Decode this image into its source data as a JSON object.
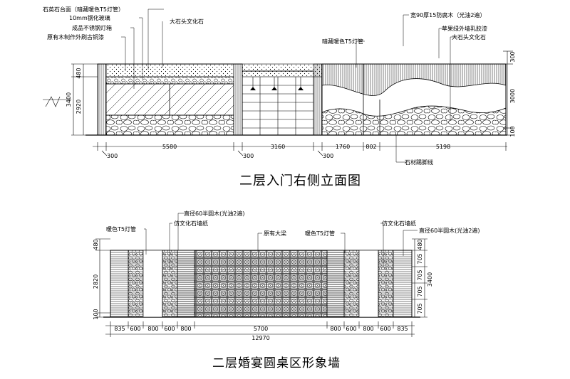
{
  "top_elevation": {
    "title": "二层入门右侧立面图",
    "callouts": {
      "quartz_top": "石英石台面（暗藏暖色T5灯管）",
      "tempered_glass": "10mm钢化玻璃",
      "steel_lightbox": "成品不锈钢灯箱",
      "wood_bronze": "原有木制作外刷古铜漆",
      "big_stone": "大石头文化石",
      "hidden_t5": "暗藏暖色T5灯管",
      "anticorrosive_wood": "宽90厚15防腐木（光油2遍）",
      "apple_green": "苹果绿外墙乳胶漆",
      "big_stone_right": "大石头文化石",
      "stone_baseboard": "石材踢脚线"
    },
    "left_dims": [
      "480",
      "2920",
      "3400"
    ],
    "right_dims": [
      "300",
      "3000",
      "100"
    ],
    "bottom_dims": [
      "5580",
      "3160",
      "1760",
      "802",
      "5198"
    ],
    "offset_dims": [
      "300",
      "300",
      "300"
    ]
  },
  "bottom_elevation": {
    "title": "二层婚宴圆桌区形象墙",
    "callouts": {
      "warm_t5_left": "暖色T5灯管",
      "half_round_wood_left": "直径60半圆木(光油2遍)",
      "stone_wallpaper_left": "仿文化石墙纸",
      "existing_beam": "原有大梁",
      "warm_t5_right": "暖色T5灯管",
      "stone_wallpaper_right": "仿文化石墙纸",
      "half_round_wood_right": "直径60半圆木(光油2遍)"
    },
    "left_dims": [
      "480",
      "2820",
      "100"
    ],
    "right_dims": [
      "480",
      "705",
      "705",
      "705",
      "705",
      "3400"
    ],
    "bottom_dims": [
      "835",
      "600",
      "800",
      "600",
      "800",
      "5700",
      "800",
      "600",
      "800",
      "600",
      "835"
    ],
    "total_dim": "12970"
  }
}
